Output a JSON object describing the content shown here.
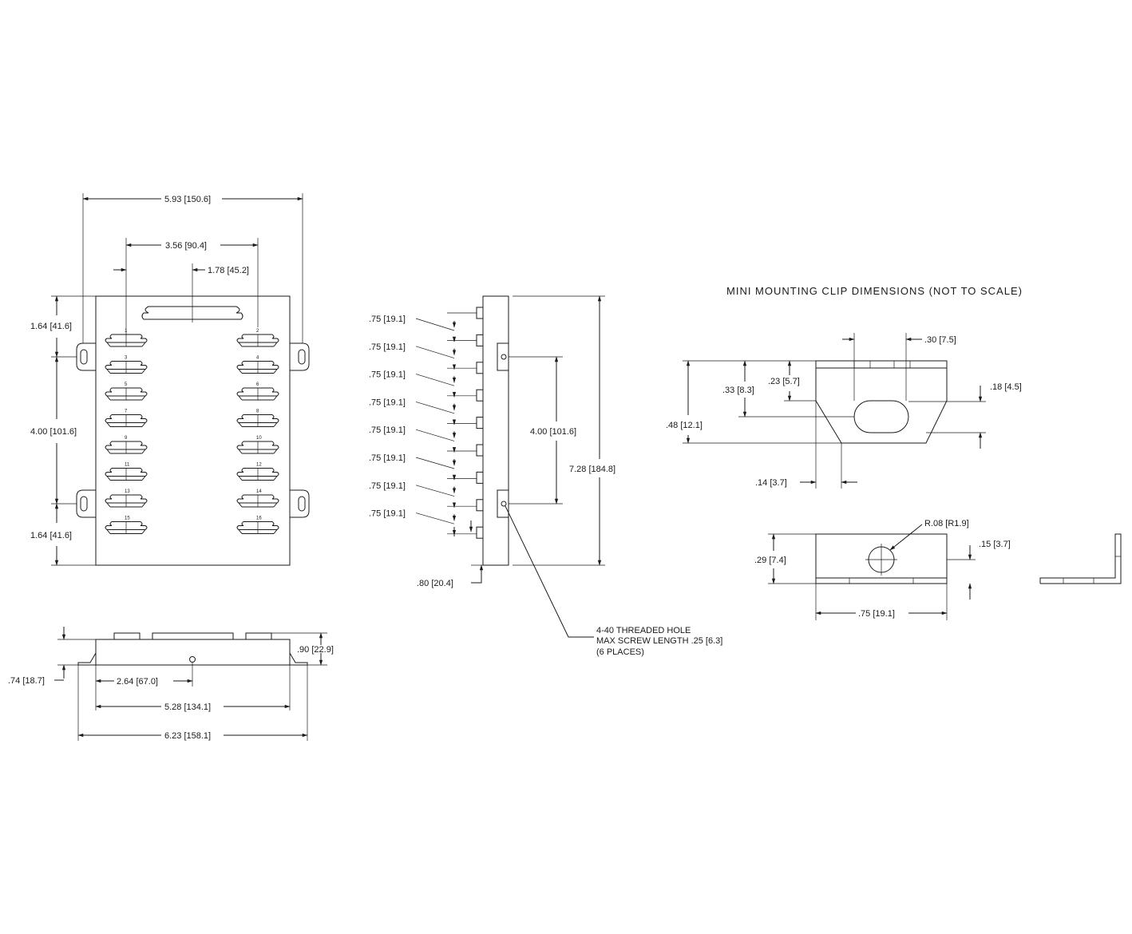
{
  "colors": {
    "line": "#1a1a1a",
    "background": "#ffffff"
  },
  "top_view": {
    "overall_width": "5.93 [150.6]",
    "connector_spacing": "3.56 [90.4]",
    "center_offset": "1.78 [45.2]",
    "tab_top_offset": "1.64 [41.6]",
    "tab_spacing": "4.00 [101.6]",
    "tab_bottom_offset": "1.64 [41.6]",
    "connector_numbers": [
      "1",
      "2",
      "3",
      "4",
      "5",
      "6",
      "7",
      "8",
      "9",
      "10",
      "11",
      "12",
      "13",
      "14",
      "15",
      "16"
    ]
  },
  "front_view": {
    "height": ".90 [22.9]",
    "tab_height": ".74 [18.7]",
    "hole_offset": "2.64 [67.0]",
    "tab_spacing": "5.28 [134.1]",
    "overall_width": "6.23 [158.1]"
  },
  "side_view": {
    "pitch_labels": [
      ".75 [19.1]",
      ".75 [19.1]",
      ".75 [19.1]",
      ".75 [19.1]",
      ".75 [19.1]",
      ".75 [19.1]",
      ".75 [19.1]",
      ".75 [19.1]"
    ],
    "hole_spacing": "4.00 [101.6]",
    "overall_height": "7.28 [184.8]",
    "bottom_offset": ".80 [20.4]",
    "note_lines": [
      "4-40 THREADED HOLE",
      "MAX SCREW LENGTH .25 [6.3]",
      "(6 PLACES)"
    ]
  },
  "clip": {
    "title": "MINI MOUNTING CLIP DIMENSIONS (NOT TO SCALE)",
    "slot_width": ".30 [7.5]",
    "slot_top": ".23 [5.7]",
    "slot_bottom": ".33 [8.3]",
    "overall_height": ".48 [12.1]",
    "slot_height": ".18 [4.5]",
    "chamfer": ".14 [3.7]",
    "hole_radius": "R.08 [R1.9]",
    "plate_height": ".29 [7.4]",
    "plate_thickness": ".15 [3.7]",
    "plate_width": ".75 [19.1]"
  }
}
